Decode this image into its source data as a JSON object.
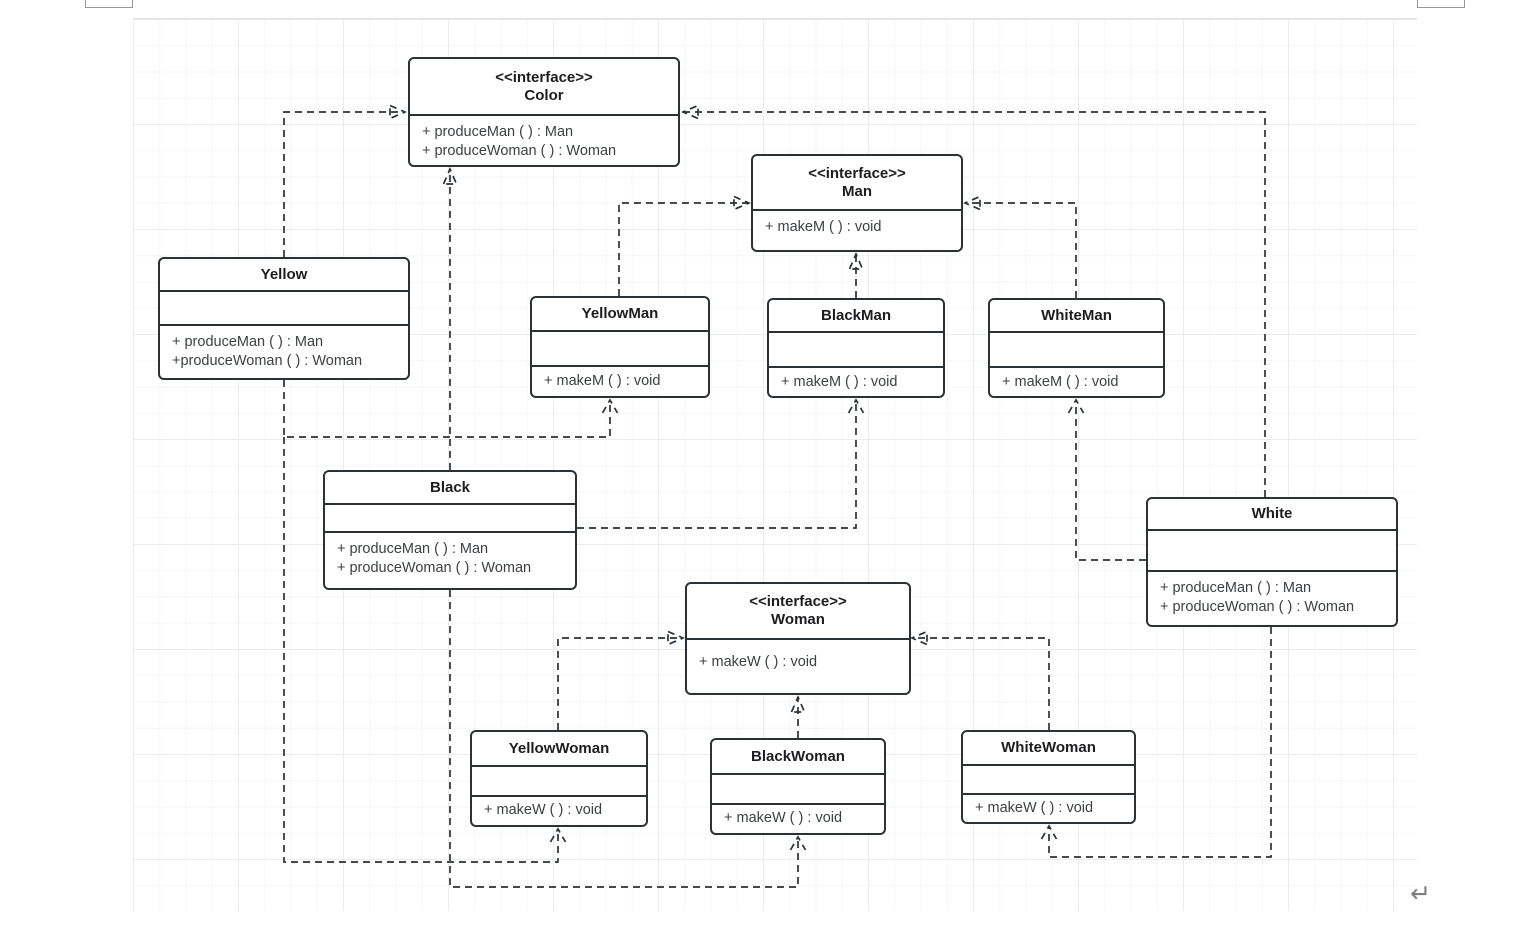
{
  "nodes": {
    "color": {
      "stereotype": "<<interface>>",
      "name": "Color",
      "methods": [
        "+ produceMan ( ) : Man",
        "+ produceWoman ( ) : Woman"
      ]
    },
    "man": {
      "stereotype": "<<interface>>",
      "name": "Man",
      "methods": [
        "+ makeM ( ) : void"
      ]
    },
    "woman": {
      "stereotype": "<<interface>>",
      "name": "Woman",
      "methods": [
        "+ makeW ( ) : void"
      ]
    },
    "yellow": {
      "name": "Yellow",
      "methods": [
        "+ produceMan ( ) : Man",
        "+produceWoman ( ) : Woman"
      ]
    },
    "black": {
      "name": "Black",
      "methods": [
        "+ produceMan ( ) : Man",
        "+ produceWoman ( ) : Woman"
      ]
    },
    "white": {
      "name": "White",
      "methods": [
        "+ produceMan ( ) : Man",
        "+ produceWoman ( ) : Woman"
      ]
    },
    "yellowman": {
      "name": "YellowMan",
      "methods": [
        "+ makeM ( ) : void"
      ]
    },
    "blackman": {
      "name": "BlackMan",
      "methods": [
        "+ makeM ( ) : void"
      ]
    },
    "whiteman": {
      "name": "WhiteMan",
      "methods": [
        "+ makeM ( ) : void"
      ]
    },
    "yellowwoman": {
      "name": "YellowWoman",
      "methods": [
        "+ makeW ( ) : void"
      ]
    },
    "blackwoman": {
      "name": "BlackWoman",
      "methods": [
        "+ makeW ( ) : void"
      ]
    },
    "whitewoman": {
      "name": "WhiteWoman",
      "methods": [
        "+ makeW ( ) : void"
      ]
    }
  },
  "relationships": {
    "realizations": [
      {
        "from": "Yellow",
        "to": "Color"
      },
      {
        "from": "Black",
        "to": "Color"
      },
      {
        "from": "White",
        "to": "Color"
      },
      {
        "from": "YellowMan",
        "to": "Man"
      },
      {
        "from": "BlackMan",
        "to": "Man"
      },
      {
        "from": "WhiteMan",
        "to": "Man"
      },
      {
        "from": "YellowWoman",
        "to": "Woman"
      },
      {
        "from": "BlackWoman",
        "to": "Woman"
      },
      {
        "from": "WhiteWoman",
        "to": "Woman"
      }
    ],
    "dependencies": [
      {
        "from": "Yellow",
        "to": "YellowMan"
      },
      {
        "from": "Yellow",
        "to": "YellowWoman"
      },
      {
        "from": "Black",
        "to": "BlackMan"
      },
      {
        "from": "Black",
        "to": "BlackWoman"
      },
      {
        "from": "White",
        "to": "WhiteMan"
      },
      {
        "from": "White",
        "to": "WhiteWoman"
      }
    ]
  },
  "icons": {
    "return": "↵"
  },
  "colors": {
    "stroke": "#2c3136",
    "method_text": "#3d4043",
    "grid_minor": "#f6f6f6",
    "grid_major": "#ebebeb"
  }
}
